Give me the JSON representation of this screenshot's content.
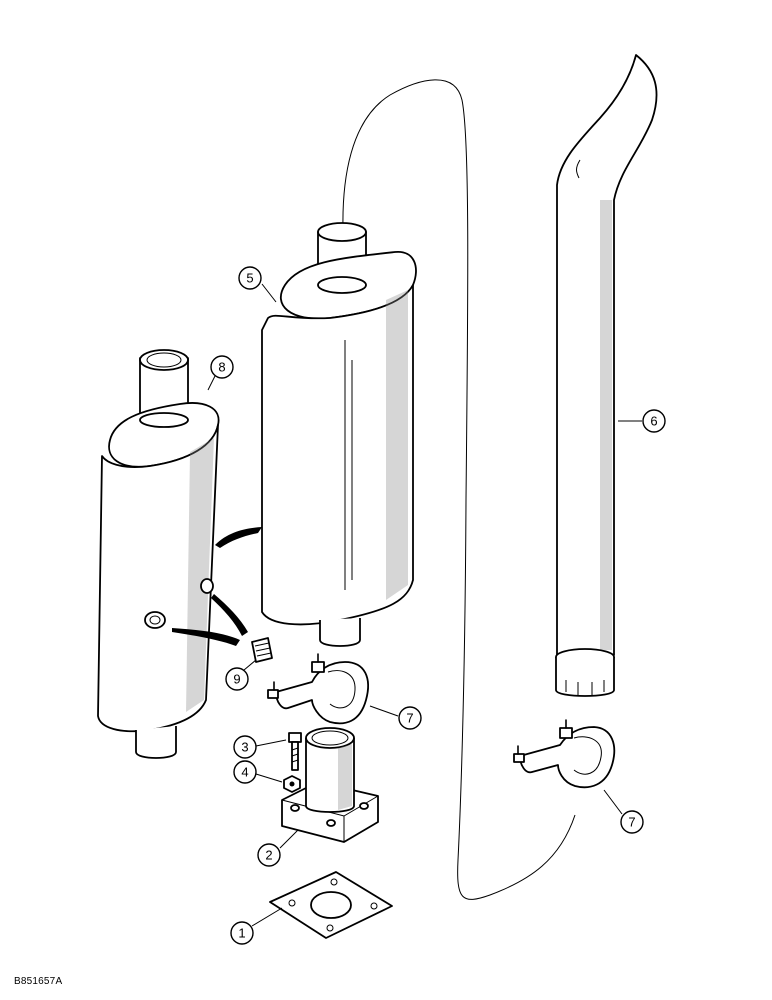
{
  "figure_id": "B851657A",
  "callouts": [
    {
      "label": "1"
    },
    {
      "label": "2"
    },
    {
      "label": "3"
    },
    {
      "label": "4"
    },
    {
      "label": "5"
    },
    {
      "label": "6"
    },
    {
      "label": "7"
    },
    {
      "label": "7"
    },
    {
      "label": "8"
    },
    {
      "label": "9"
    }
  ]
}
